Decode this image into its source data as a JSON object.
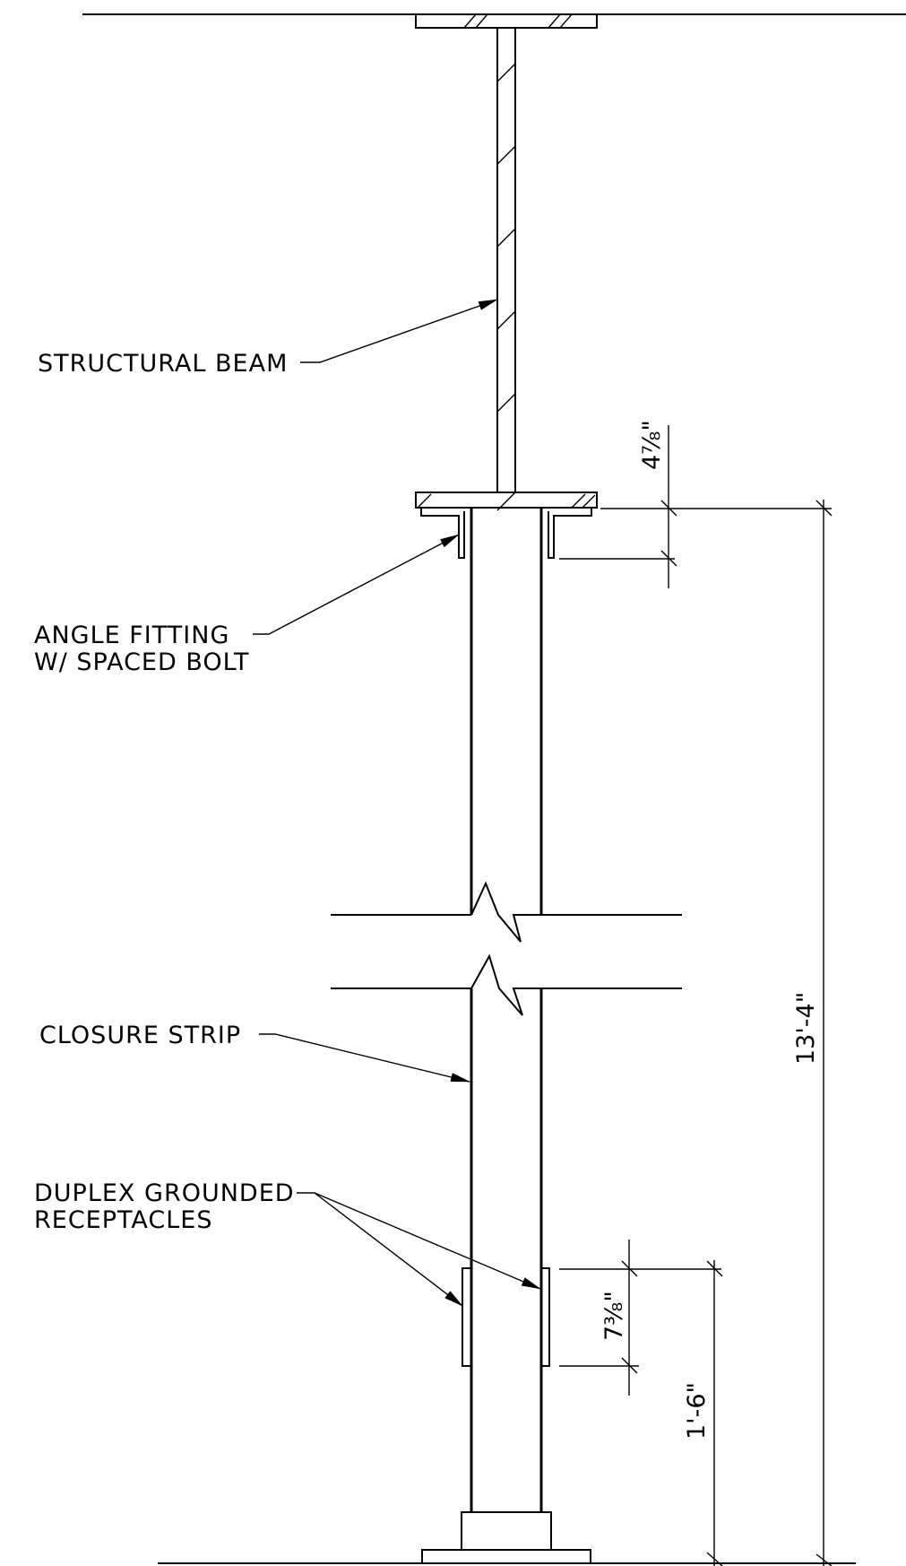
{
  "labels": {
    "structural_beam": "STRUCTURAL BEAM",
    "angle_fitting_line1": "ANGLE FITTING",
    "angle_fitting_line2": "W/ SPACED BOLT",
    "closure_strip": "CLOSURE STRIP",
    "receptacles_line1": "DUPLEX GROUNDED",
    "receptacles_line2": "RECEPTACLES"
  },
  "dimensions": {
    "angle_depth": "4⅞\"",
    "overall_height": "13'-4\"",
    "receptacle_height": "7⅜\"",
    "receptacle_elevation": "1'-6\""
  }
}
